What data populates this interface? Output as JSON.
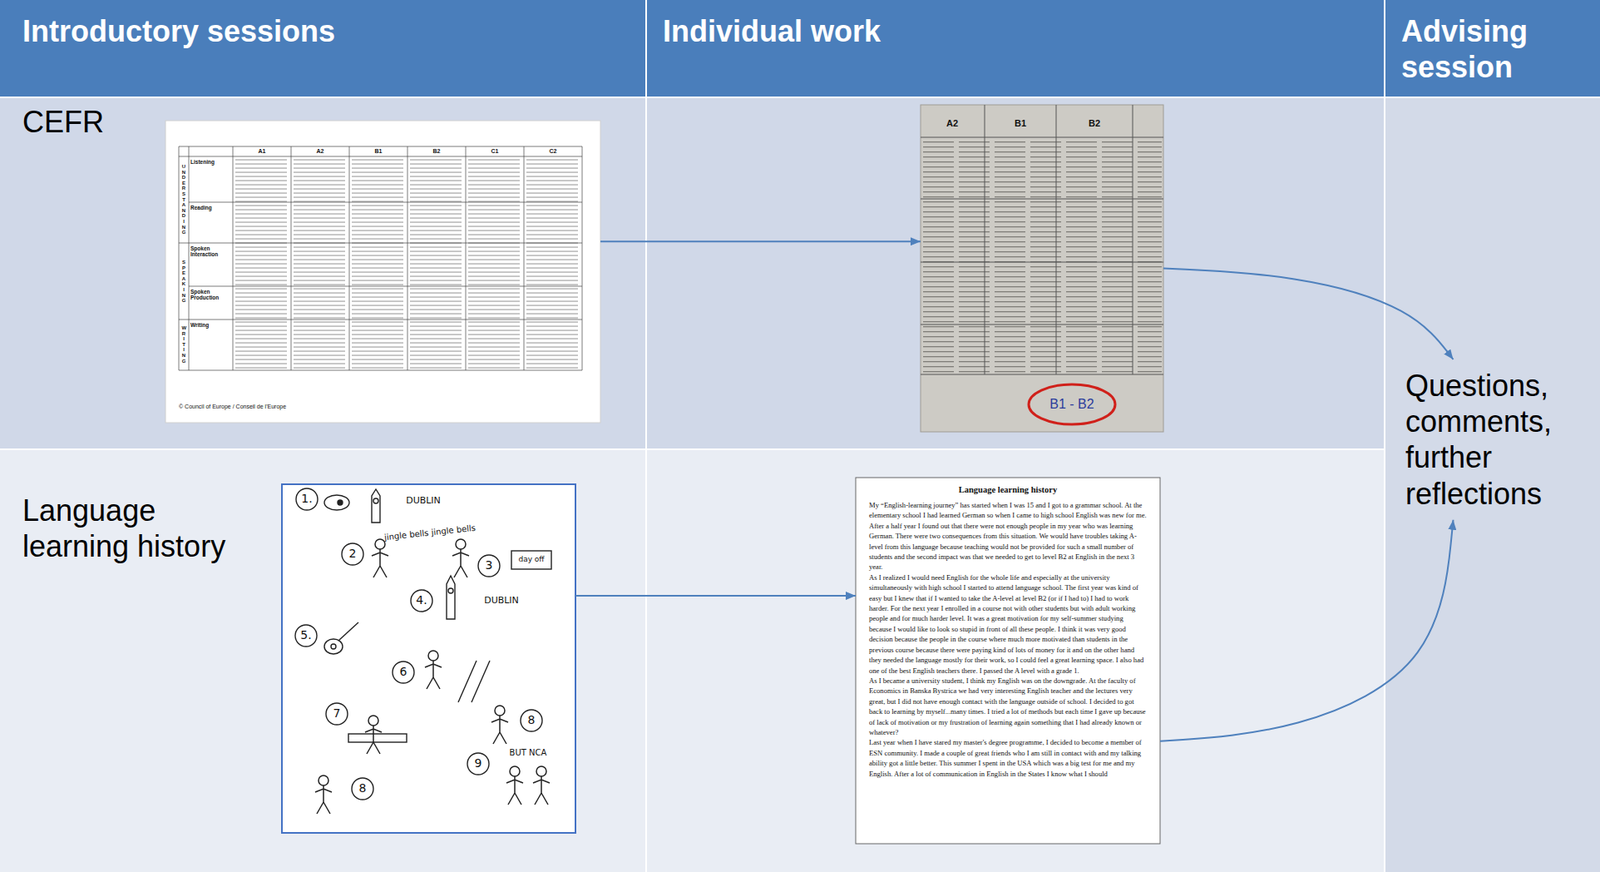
{
  "diagram": {
    "nodes": [
      {
        "text": [
          "Introductory sessions"
        ]
      },
      {
        "text": [
          "Individual work"
        ]
      },
      {
        "text": [
          "Advising session"
        ]
      },
      {
        "text": [
          "CEFR"
        ]
      },
      {
        "text": [
          "A1",
          "A2",
          "B1",
          "B2",
          "C1",
          "C2",
          "UNDERSTANDING",
          "Listening",
          "Reading",
          "SPEAKING",
          "Spoken Interaction",
          "Spoken Production",
          "WRITING",
          "Writing",
          "© Council of Europe / Conseil de l'Europe"
        ],
        "in": 3
      },
      {
        "text": [
          "A2",
          "B1",
          "B2",
          "B1 - B2"
        ]
      },
      {
        "text": [
          "Questions, comments, further reflections"
        ]
      },
      {
        "text": [
          "Language learning history"
        ]
      },
      {
        "text": [
          "1.",
          "DUBLIN",
          "jingle bells jingle bells",
          "2",
          "3",
          "day off",
          "4.",
          "DUBLIN",
          "5.",
          "6",
          "7",
          "8",
          "9",
          "BUT NCA",
          "8"
        ],
        "in": 7
      },
      {
        "text": [
          "Language learning history",
          "My “English-learning journey” has started when I was 15 and I got to a grammar school. At the elementary school I had learned German so when I came to high school English was new for me. After a half year I found out that there were not enough people in my year who was learning German. There were two consequences from this situation. We would have troubles taking A-level from this language because teaching would not be provided for such a small number of students and the second impact was that we needed to get to level B2 at English in the next 3 year.",
          "As I realized I would need English for the whole life and especially at the university simultaneously with high school I started to attend language school. The first year was kind of easy but I knew that if I wanted to take the A-level at level B2 (or if I had to) I had to work harder. For the next year I enrolled in a course not with other students but with adult working people and for much harder level. It was a great motivation for my self-summer studying because I would like to look so stupid in front of all these people. I think it was very good decision because the people in the course where much more motivated than students in the previous course because there were paying kind of lots of money for it and on the other hand they needed the language mostly for their work, so I could feel a great learning space. I also had one of the best English teachers there. I passed the A level with a grade 1.",
          "As I became a university student, I think my English was on the downgrade. At the faculty of Economics in Banska Bystrica we had very interesting English teacher and the lectures very great, but I did not have enough contact with the language outside of school. I decided to got back to learning by myself...many times. I tried a lot of methods but each time I gave up because of lack of motivation or my frustration of learning again something that I had already known or whatever?",
          "Last year when I have stared my master's degree programme, I decided to become a member of ESN community. I made a couple of great friends who I am still in contact with and my talking ability got a little better. This summer I spent in the USA which was a big test for me and my English. After a lot of communication in English in the States I know what I should"
        ]
      }
    ],
    "edges": [
      {
        "from": 4,
        "to": 5,
        "arrow": "to"
      },
      {
        "from": 5,
        "to": 6,
        "arrow": "to"
      },
      {
        "from": 8,
        "to": 9,
        "arrow": "to"
      },
      {
        "from": 9,
        "to": 6,
        "arrow": "to"
      }
    ]
  }
}
